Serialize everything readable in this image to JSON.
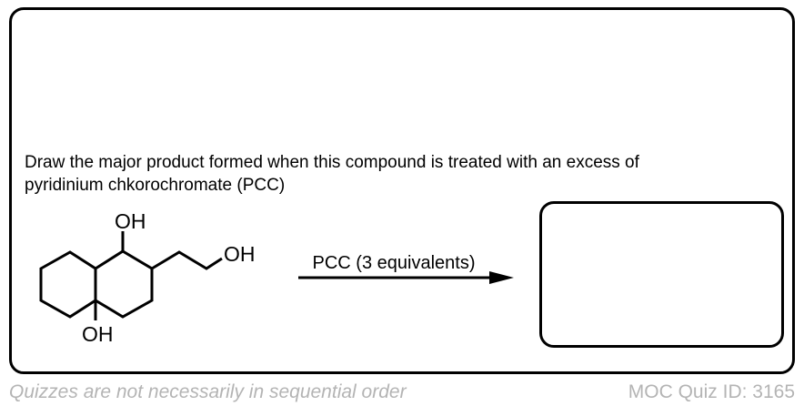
{
  "colors": {
    "ink": "#000000",
    "muted_text": "#b4b4b4",
    "background": "#ffffff"
  },
  "question": {
    "line1": "Draw the major product formed when this compound is treated with an excess of",
    "line2": "pyridinium chkorochromate (PCC)"
  },
  "reactant": {
    "name": "fused bicyclic decalin diol with 2-hydroxyethyl side chain",
    "labels": {
      "top_hydroxyl": "OH",
      "chain_hydroxyl": "OH",
      "ring_fusion_hydroxyl": "OH"
    }
  },
  "reaction": {
    "reagent": "PCC (3 equivalents)"
  },
  "answer_box": {
    "content": ""
  },
  "footer": {
    "note": "Quizzes are not necessarily in sequential order",
    "quiz_id": "MOC Quiz ID: 3165"
  }
}
